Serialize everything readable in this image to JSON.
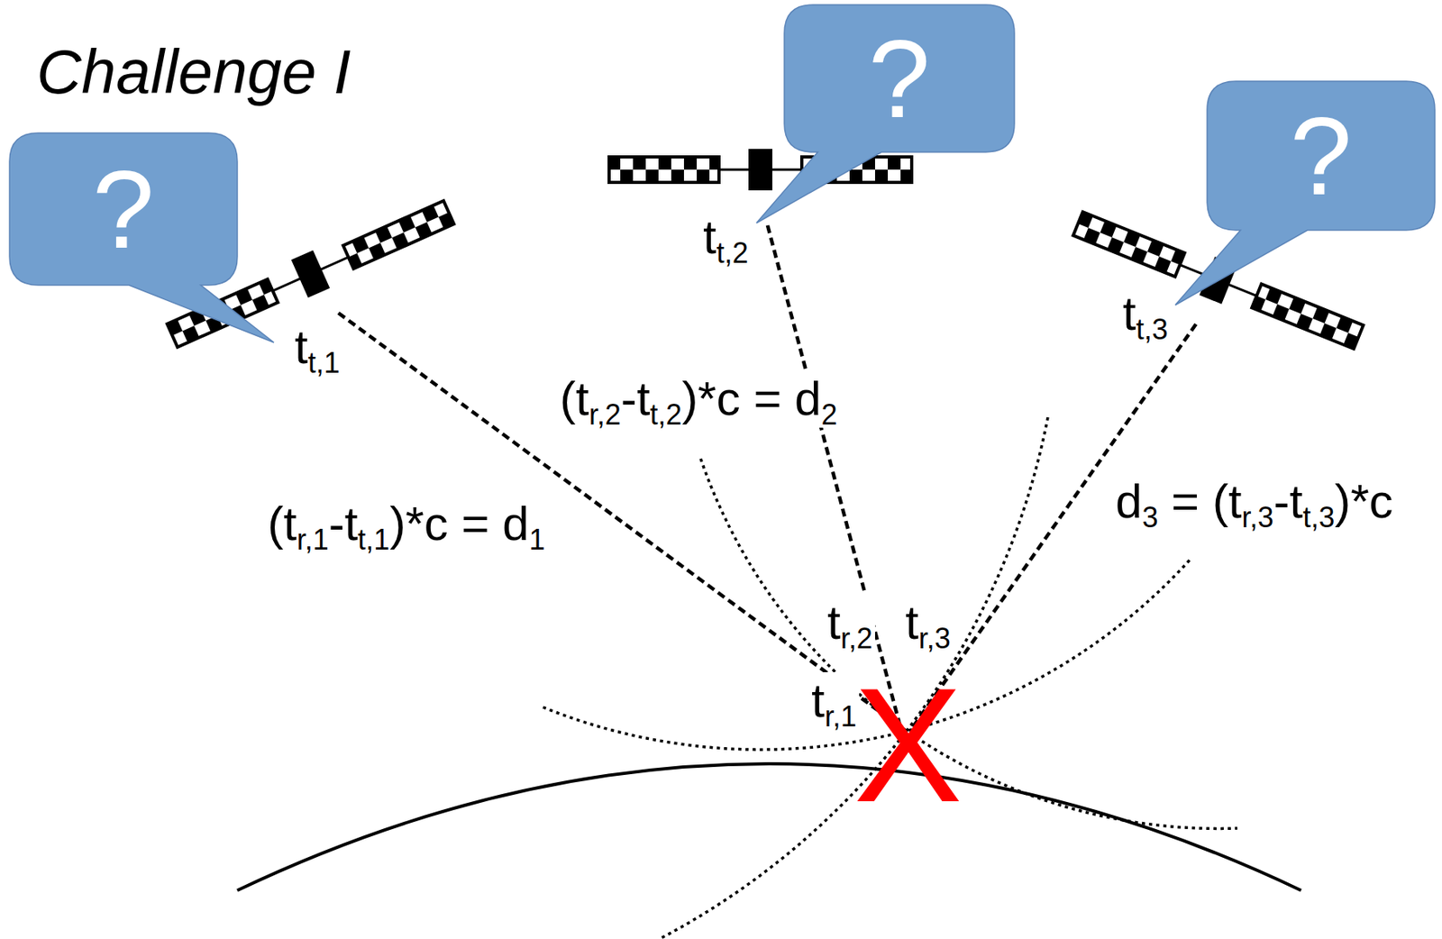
{
  "diagram": {
    "title": "Challenge I",
    "nodes": [
      {
        "text": [
          "?"
        ]
      },
      {
        "text": [
          "?"
        ]
      },
      {
        "text": [
          "?"
        ]
      }
    ],
    "labels": [
      "tt,1",
      "tt,2",
      "tt,3",
      "(tr,2-tt,2)*c = d2",
      "(tr,1-tt,1)*c = d1",
      "d3 = (tr,3-tt,3)*c",
      "tr,2",
      "tr,3",
      "tr,1",
      "X"
    ]
  }
}
